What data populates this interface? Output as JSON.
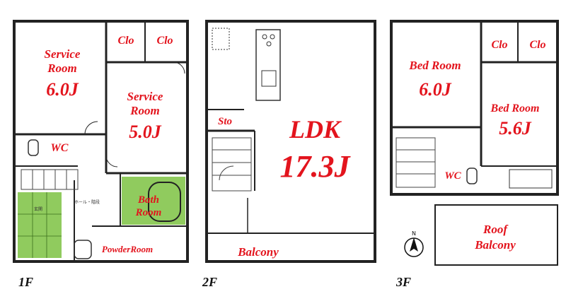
{
  "floors": {
    "f1": {
      "label": "1F",
      "service_room_a": {
        "line1": "Service",
        "line2": "Room",
        "size": "6.0J"
      },
      "service_room_b": {
        "line1": "Service",
        "line2": "Room",
        "size": "5.0J"
      },
      "clo1": "Clo",
      "clo2": "Clo",
      "wc": "WC",
      "bath": {
        "line1": "Bath",
        "line2": "Room"
      },
      "powder": "PowderRoom",
      "entrance_note": "玄関",
      "hall_note": "ホール・階段"
    },
    "f2": {
      "label": "2F",
      "sto": "Sto",
      "ldk": "LDK",
      "ldk_size": "17.3J",
      "balcony": "Balcony"
    },
    "f3": {
      "label": "3F",
      "bed_a": {
        "line1": "Bed Room",
        "size": "6.0J"
      },
      "bed_b": {
        "line1": "Bed Room",
        "size": "5.6J"
      },
      "clo1": "Clo",
      "clo2": "Clo",
      "wc": "WC",
      "roof": {
        "line1": "Roof",
        "line2": "Balcony"
      },
      "north": "N"
    }
  }
}
